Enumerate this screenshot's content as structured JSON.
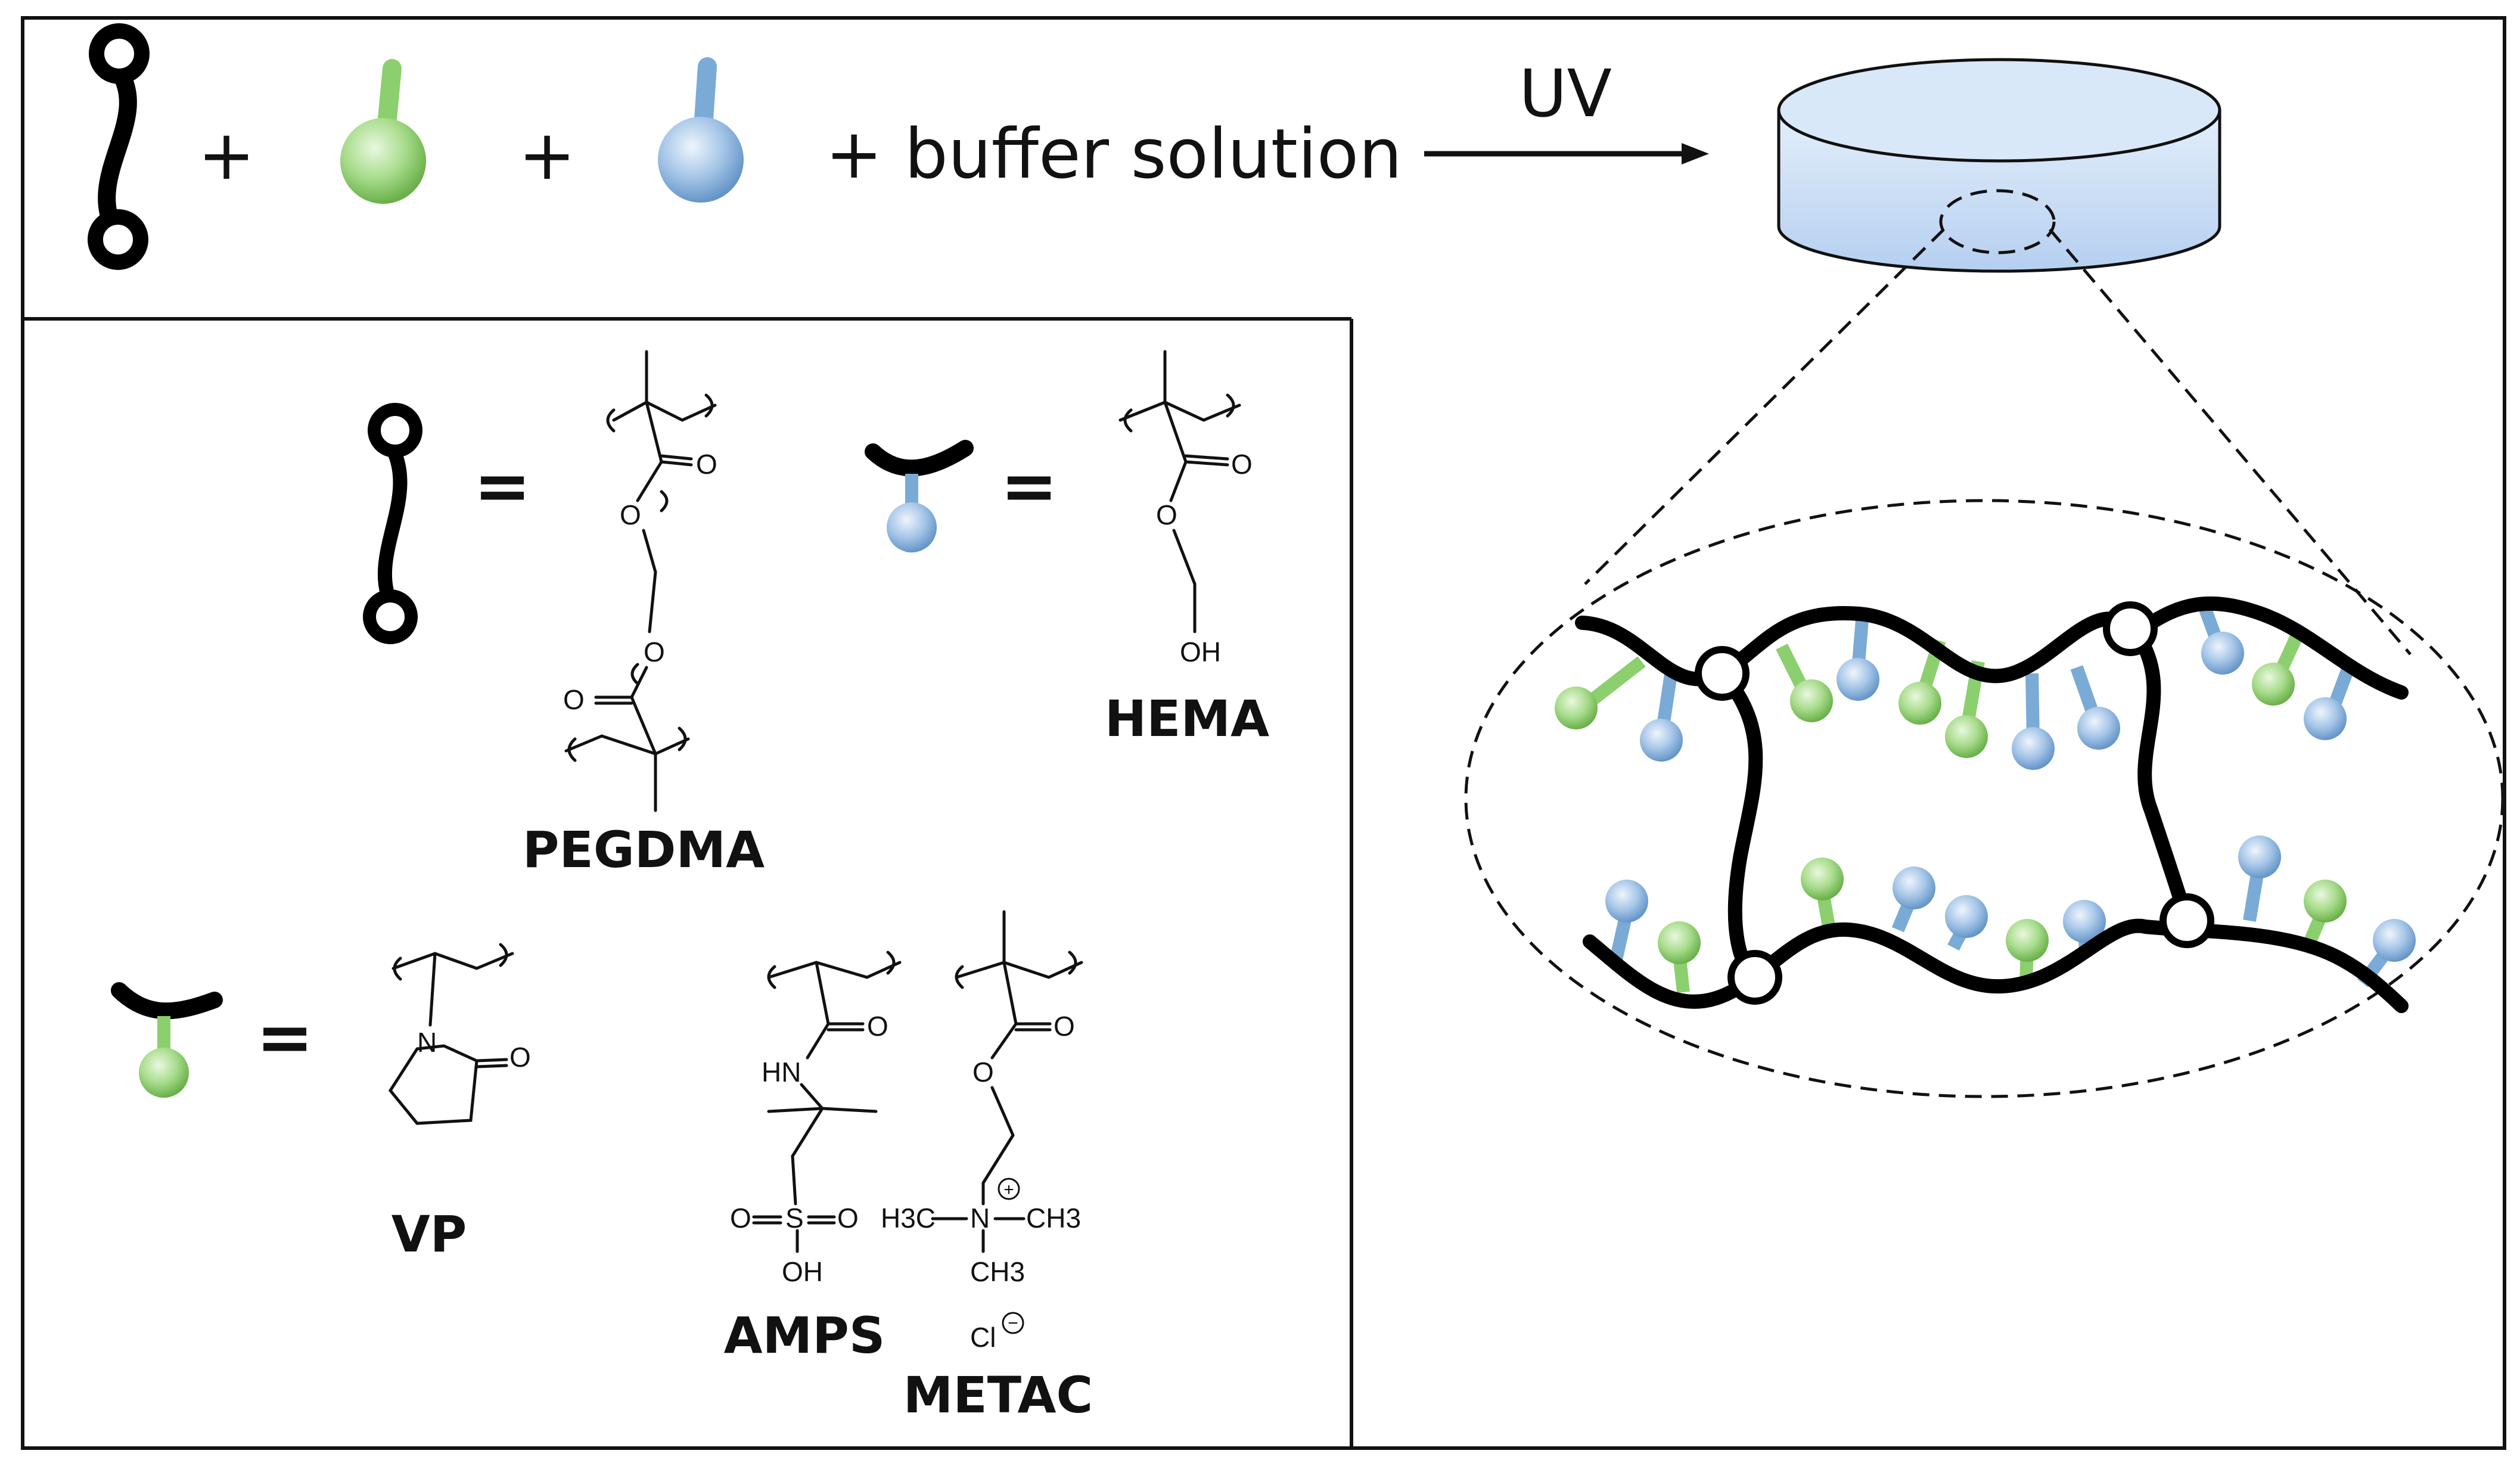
{
  "reaction": {
    "plus_1": "+",
    "plus_2": "+",
    "buffer": "+ buffer solution",
    "uv": "UV"
  },
  "legend": {
    "eq_1": "=",
    "eq_2": "=",
    "eq_3": "="
  },
  "molecules": {
    "pegdma": "PEGDMA",
    "hema": "HEMA",
    "vp": "VP",
    "amps": "AMPS",
    "metac": "METAC"
  },
  "atoms": {
    "o": "O",
    "oh": "OH",
    "n": "N",
    "hn": "HN",
    "s": "S",
    "cl": "Cl",
    "h3c": "H3C",
    "ch3": "CH3",
    "plus": "+",
    "minus": "−"
  },
  "colors": {
    "green": "#8ccf6e",
    "blue": "#7aaad6",
    "disc": "#c8def5",
    "chain": "#000000"
  }
}
